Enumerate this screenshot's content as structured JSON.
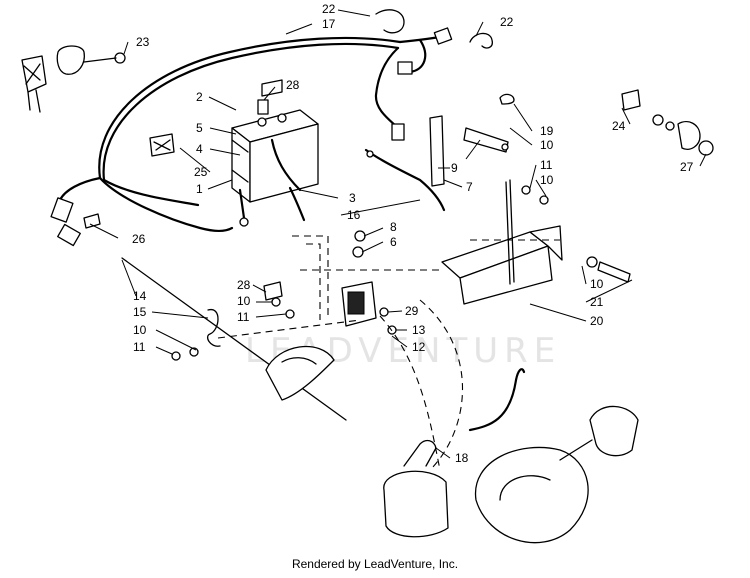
{
  "watermark": "LEADVENTURE",
  "footer": "Rendered by LeadVenture, Inc.",
  "callouts": {
    "c1": "1",
    "c2": "2",
    "c3": "3",
    "c4": "4",
    "c5": "5",
    "c6": "6",
    "c7": "7",
    "c8": "8",
    "c9": "9",
    "c10a": "10",
    "c10b": "10",
    "c10c": "10",
    "c10d": "10",
    "c10e": "10",
    "c11a": "11",
    "c11b": "11",
    "c11c": "11",
    "c12": "12",
    "c13": "13",
    "c14": "14",
    "c15": "15",
    "c16": "16",
    "c17": "17",
    "c18": "18",
    "c19": "19",
    "c20": "20",
    "c21": "21",
    "c22a": "22",
    "c22b": "22",
    "c23": "23",
    "c24": "24",
    "c25": "25",
    "c26": "26",
    "c27": "27",
    "c28a": "28",
    "c28b": "28",
    "c29": "29"
  }
}
